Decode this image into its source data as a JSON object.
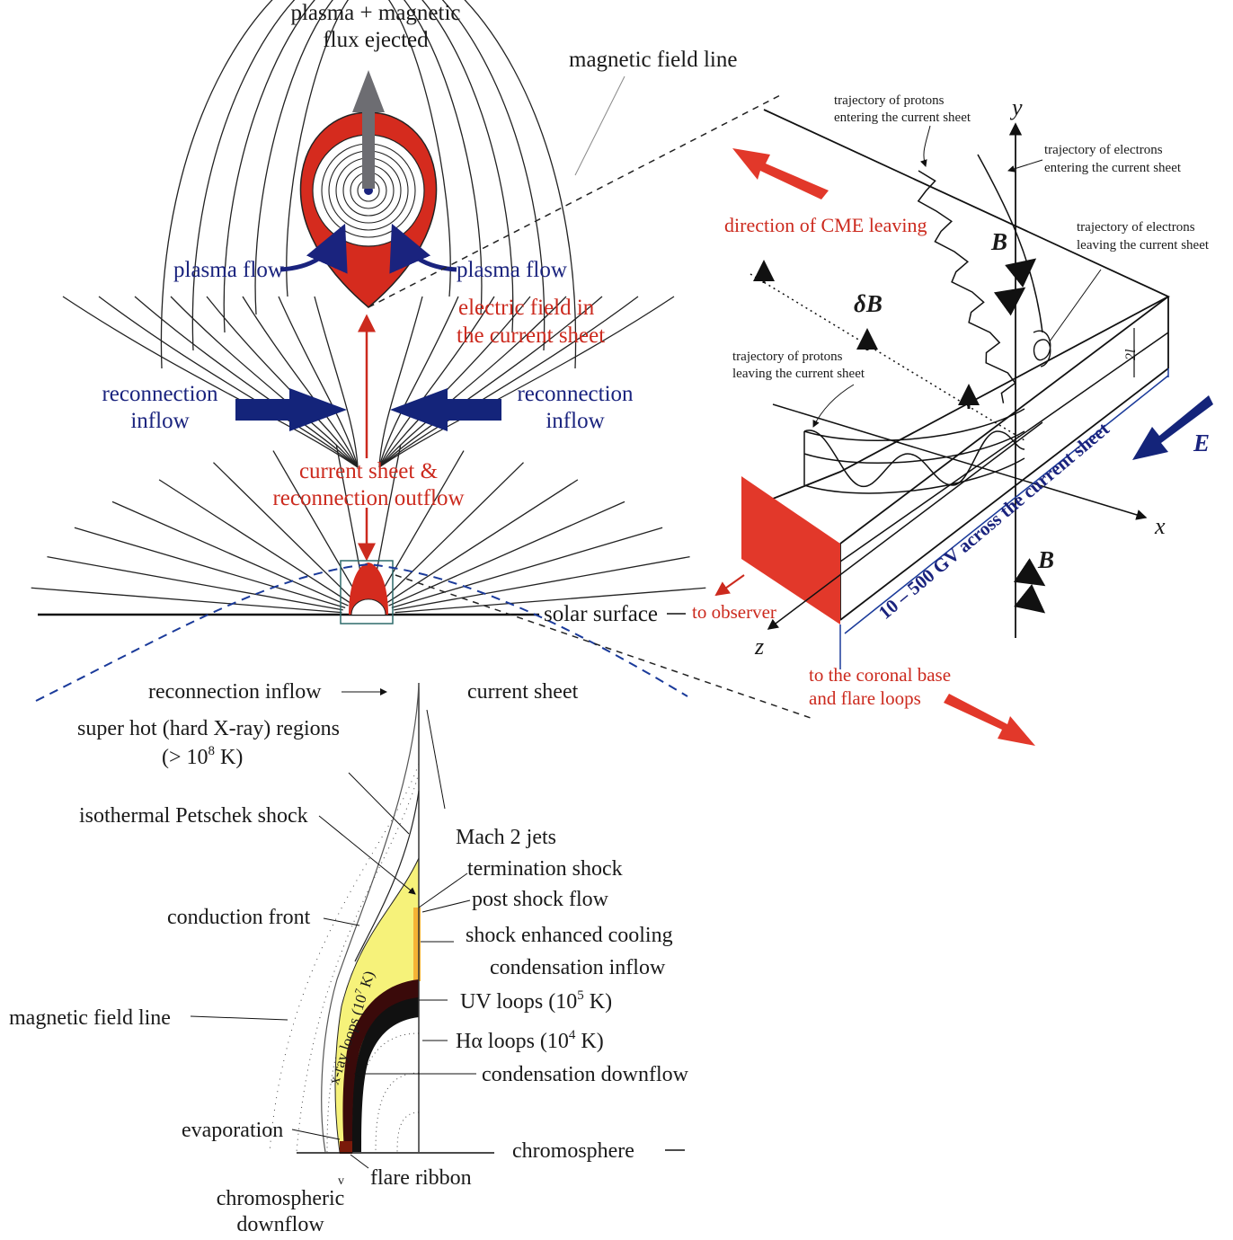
{
  "top_panel": {
    "ejected_l1": "plasma + magnetic",
    "ejected_l2": "flux ejected",
    "magnetic_field_line": "magnetic field line",
    "plasma_flow_left": "plasma flow",
    "plasma_flow_right": "plasma flow",
    "efield_l1": "electric field  in",
    "efield_l2": "the current sheet",
    "inflow_left_l1": "reconnection",
    "inflow_left_l2": "inflow",
    "inflow_right_l1": "reconnection",
    "inflow_right_l2": "inflow",
    "cs_l1": "current sheet &",
    "cs_l2": "reconnection outflow",
    "solar_surface": "solar surface"
  },
  "right_panel": {
    "y_axis": "y",
    "x_axis": "x",
    "z_axis": "z",
    "protons_in_l1": "trajectory of protons",
    "protons_in_l2": "entering the current sheet",
    "electrons_in_l1": "trajectory of electrons",
    "electrons_in_l2": "entering the current sheet",
    "electrons_out_l1": "trajectory of electrons",
    "electrons_out_l2": "leaving the current sheet",
    "protons_out_l1": "trajectory of protons",
    "protons_out_l2": "leaving the current sheet",
    "cme": "direction of CME leaving",
    "b_top": "B",
    "delta_b": "δB",
    "thickness": "2l",
    "e_field": "E",
    "b_bottom": "B",
    "voltage": "10 – 500 GV across the current sheet",
    "to_observer": "to observer",
    "coronal_l1": "to the coronal base",
    "coronal_l2": "and flare loops"
  },
  "bottom_panel": {
    "reconnection_inflow": "reconnection inflow",
    "current_sheet": "current sheet",
    "superhot_l1": "super hot (hard X-ray) regions",
    "superhot_l2": "(> 10",
    "superhot_exp": "8",
    "superhot_l2_end": " K)",
    "petschek": "isothermal Petschek shock",
    "mach": "Mach 2 jets",
    "termination": "termination shock",
    "post_shock": "post shock flow",
    "conduction": "conduction front",
    "cooling": "shock enhanced cooling",
    "condensation_inflow": "condensation inflow",
    "uv_loops": "UV loops (10",
    "uv_exp": "5",
    "uv_end": " K)",
    "field_line": "magnetic field line",
    "ha_loops": "Hα loops (10",
    "ha_exp": "4",
    "ha_end": " K)",
    "xray_loops": "x-ray loops (10",
    "xray_exp": "7",
    "xray_end": " K)",
    "condensation_downflow": "condensation downflow",
    "evaporation": "evaporation",
    "chromosphere": "chromosphere",
    "flare_ribbon": "flare ribbon",
    "chromo_down_l1": "chromospheric",
    "chromo_down_l2": "downflow"
  },
  "colors": {
    "red": "#cc2a1e",
    "navy": "#1a237e",
    "yellow": "#f6f27a",
    "orange": "#f5b335",
    "dark_brown": "#3a0a0a",
    "gray_arrow": "#6d6d72"
  }
}
